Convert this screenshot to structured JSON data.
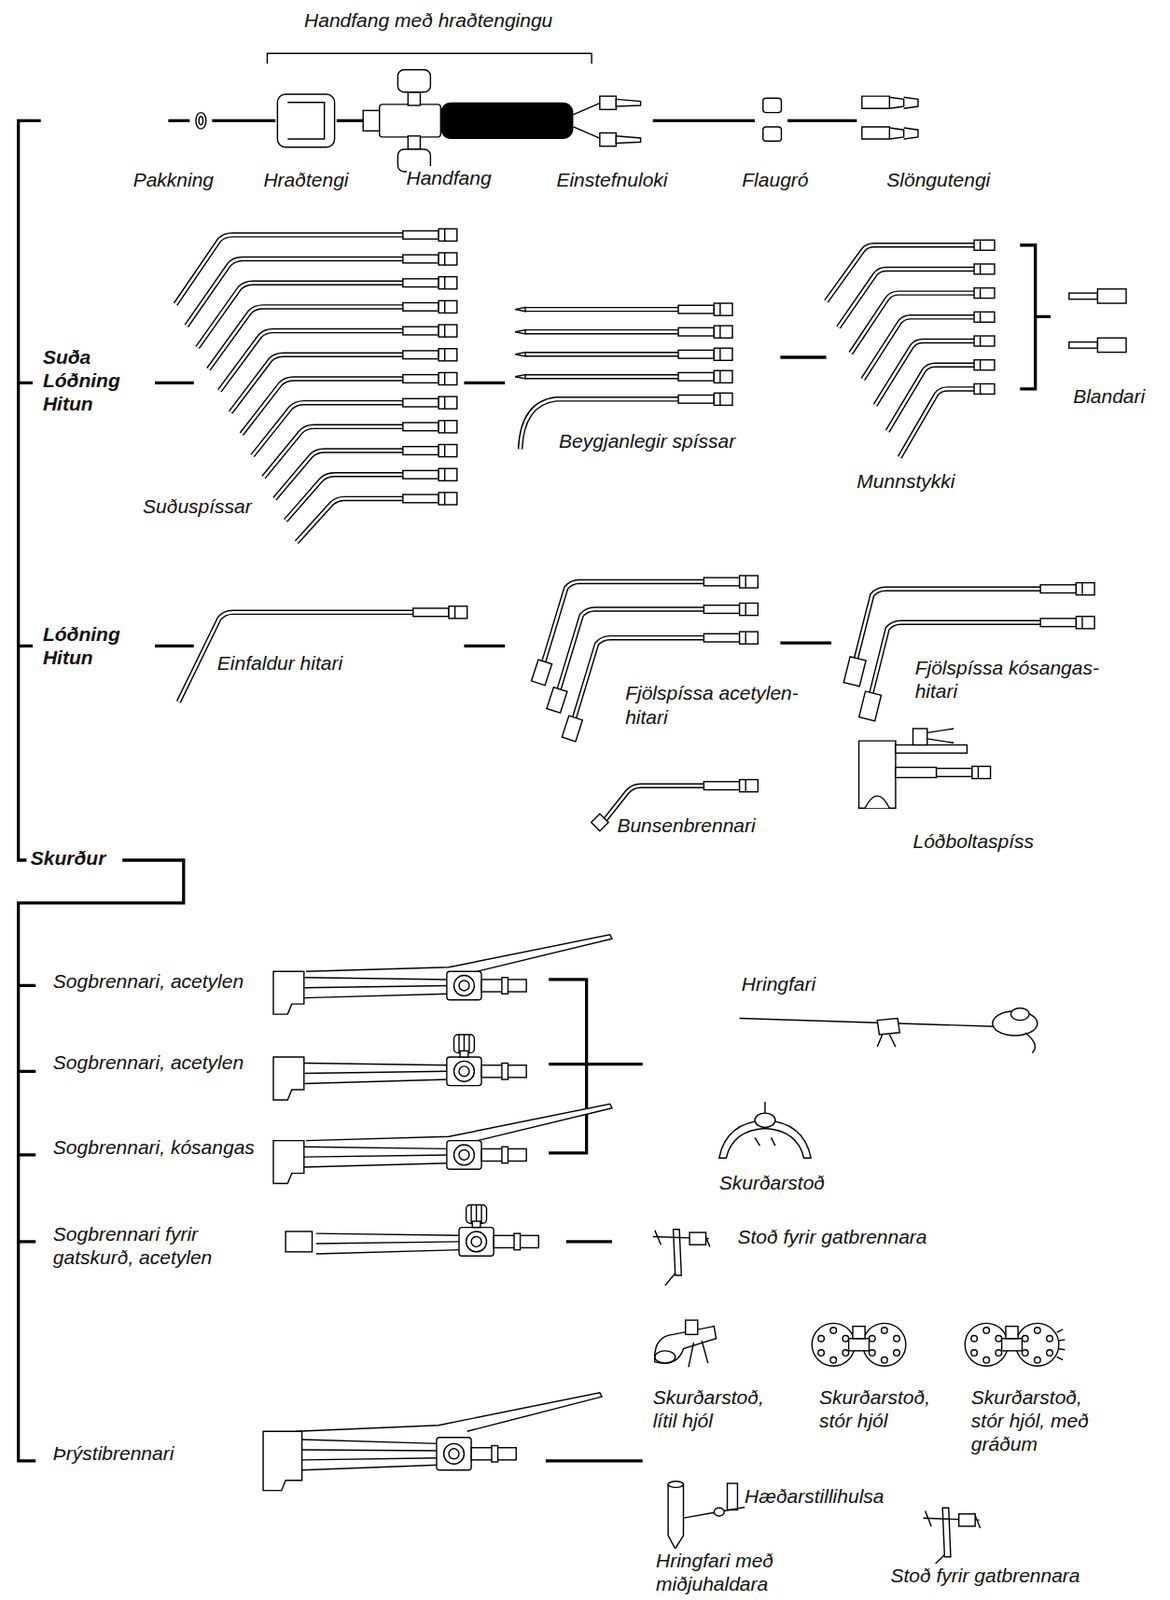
{
  "diagram": {
    "labels": [
      "Handfang með hraðtengingu",
      "Pakkning",
      "Hraðtengi",
      "Handfang",
      "Einstefnuloki",
      "Flaugró",
      "Slöngutengi",
      "Suða Lóðning Hitun",
      "Suðuspíssar",
      "Beygjanlegir spíssar",
      "Munnstykki",
      "Blandari",
      "Lóðning Hitun",
      "Einfaldur hitari",
      "Fjölspíssa acetylen- hitari",
      "Fjölspíssa kósangas- hitari",
      "Bunsenbrennari",
      "Lóðboltaspíss",
      "Skurður",
      "Sogbrennari, acetylen",
      "Hringfari",
      "Sogbrennari, acetylen",
      "Sogbrennari, kósangas",
      "Skurðarstoð",
      "Sogbrennari fyrir gatskurð, acetylen",
      "Stoð fyrir gatbrennara",
      "Skurðarstoð, lítil hjól",
      "Skurðarstoð, stór hjól",
      "Skurðarstoð, stór hjól, með gráðum",
      "Þrýstibrennari",
      "Hæðarstillihulsa",
      "Hringfari með miðjuhaldara",
      "Stoð fyrir gatbrennara"
    ]
  }
}
